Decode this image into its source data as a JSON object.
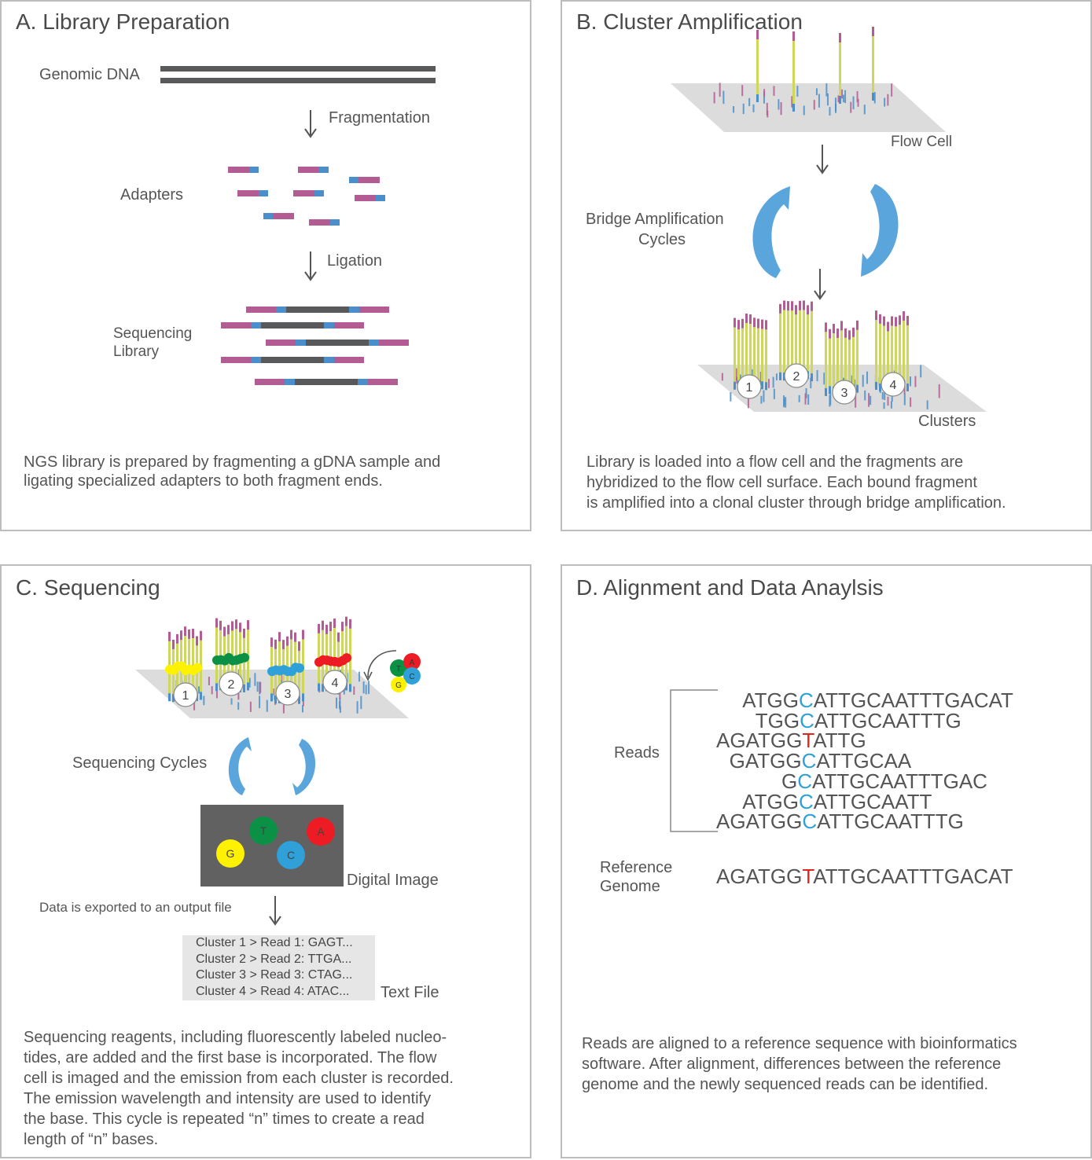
{
  "colors": {
    "magenta": "#b35c93",
    "blue": "#4a8fc9",
    "dark_strand": "#58595b",
    "flowcell": "#dcdcdc",
    "yellow_green": "#cfd75a",
    "arrow_blue": "#5aa6dc",
    "text": "#555555",
    "highlight_blue": "#2fa0d8",
    "highlight_red": "#e0251b",
    "spot_yellow": "#fff200",
    "spot_green": "#0a9146",
    "spot_blue": "#2fa0d8",
    "spot_red": "#ed1c24",
    "image_bg": "#616161"
  },
  "panel_a": {
    "title": "A. Library Preparation",
    "genomic_dna": "Genomic DNA",
    "fragmentation": "Fragmentation",
    "adapters": "Adapters",
    "ligation": "Ligation",
    "seq_library_1": "Sequencing",
    "seq_library_2": "Library",
    "desc_1": "NGS library is prepared by fragmenting a gDNA sample and",
    "desc_2": "ligating specialized adapters to both fragment ends."
  },
  "panel_b": {
    "title": "B. Cluster Amplification",
    "flow_cell": "Flow Cell",
    "bridge_1": "Bridge Amplification",
    "bridge_2": "Cycles",
    "clusters": "Clusters",
    "cluster_numbers": [
      "1",
      "2",
      "3",
      "4"
    ],
    "desc_1": "Library is loaded into a flow cell and the fragments are",
    "desc_2": "hybridized to the flow cell surface. Each bound fragment",
    "desc_3": "is amplified into a clonal cluster through bridge amplification."
  },
  "panel_c": {
    "title": "C. Sequencing",
    "cluster_numbers": [
      "1",
      "2",
      "3",
      "4"
    ],
    "reagent_letters": [
      "T",
      "A",
      "C",
      "G"
    ],
    "sequencing_cycles": "Sequencing Cycles",
    "image_spots": [
      "G",
      "T",
      "C",
      "A"
    ],
    "digital_image": "Digital Image",
    "export": "Data is exported to an output file",
    "text_file_lines": [
      "Cluster 1 > Read 1: GAGT...",
      "Cluster 2 > Read 2: TTGA...",
      "Cluster 3 > Read 3: CTAG...",
      "Cluster 4 > Read 4: ATAC..."
    ],
    "text_file": "Text File",
    "desc": [
      "Sequencing reagents, including fluorescently labeled nucleo-",
      "tides, are added and the first base is incorporated. The flow",
      "cell is imaged and the emission from each cluster is recorded.",
      "The emission wavelength and intensity are used to identify",
      "the base. This cycle is repeated “n” times to create a read",
      "length of “n” bases."
    ]
  },
  "panel_d": {
    "title": "D. Alignment and Data Anaylsis",
    "reads_label": "Reads",
    "reads": [
      {
        "pre": "ATGG",
        "hl": "C",
        "post": "ATTGCAATTTGACAT",
        "hl_color": "blue"
      },
      {
        "pre": "TGG",
        "hl": "C",
        "post": "ATTGCAATTTG",
        "hl_color": "blue"
      },
      {
        "pre": "AGATGG",
        "hl": "T",
        "post": "ATTG",
        "hl_color": "red"
      },
      {
        "pre": "GATGG",
        "hl": "C",
        "post": "ATTGCAA",
        "hl_color": "blue"
      },
      {
        "pre": "G",
        "hl": "C",
        "post": "ATTGCAATTTGAC",
        "hl_color": "blue"
      },
      {
        "pre": "ATGG",
        "hl": "C",
        "post": "ATTGCAATT",
        "hl_color": "blue"
      },
      {
        "pre": "AGATGG",
        "hl": "C",
        "post": "ATTGCAATTTG",
        "hl_color": "blue"
      }
    ],
    "reference_1": "Reference",
    "reference_2": "Genome",
    "reference": {
      "pre": "AGATGG",
      "hl": "T",
      "post": "ATTGCAATTTGACAT",
      "hl_color": "red"
    },
    "desc_1": "Reads are aligned to a reference sequence with bioinformatics",
    "desc_2": "software. After alignment, differences between the reference",
    "desc_3": "genome and the newly sequenced reads can be identified."
  }
}
